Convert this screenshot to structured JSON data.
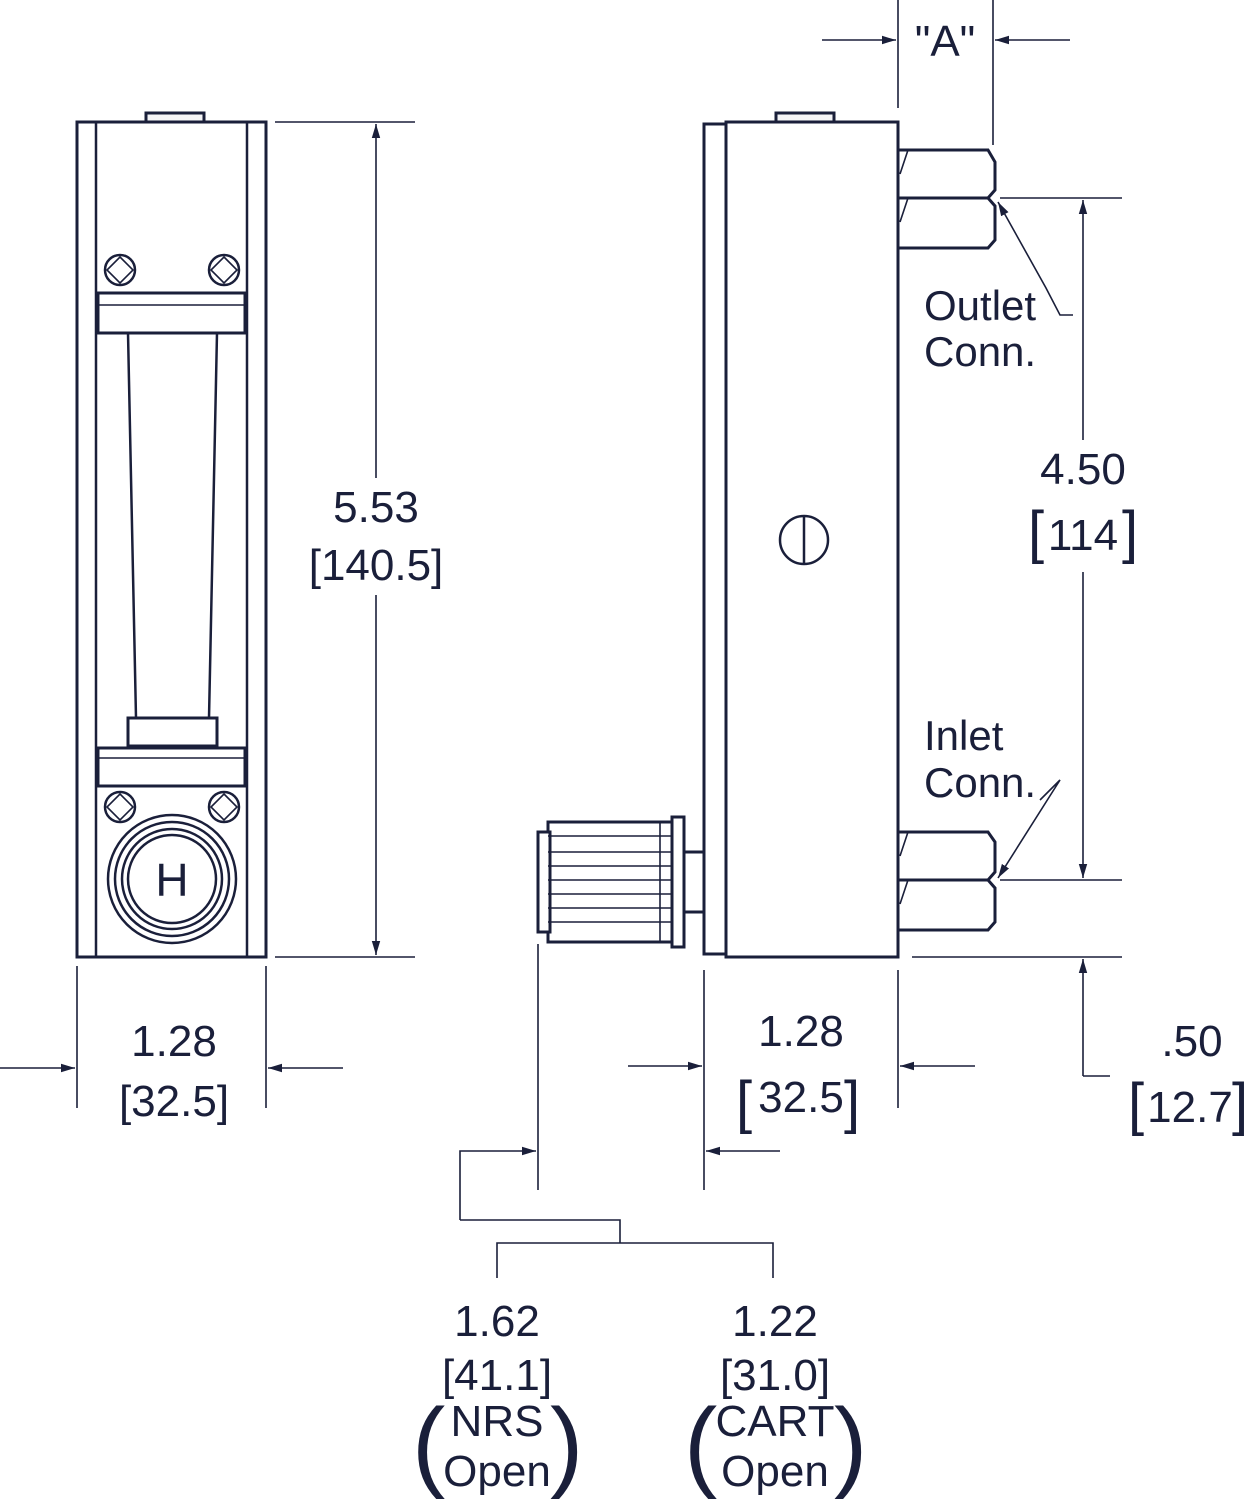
{
  "dimensions": {
    "front_height": {
      "imperial": "5.53",
      "metric": "[140.5]"
    },
    "front_width": {
      "imperial": "1.28",
      "metric": "[32.5]"
    },
    "side_width": {
      "imperial": "1.28",
      "metric": "32.5"
    },
    "conn_spacing": {
      "imperial": "4.50",
      "metric": "114"
    },
    "bottom_offset": {
      "imperial": ".50",
      "metric": "12.7"
    },
    "conn_length": {
      "label": "\"A\""
    },
    "valve_nrs": {
      "imperial": "1.62",
      "metric": "[41.1]",
      "note_line1": "NRS",
      "note_line2": "Open"
    },
    "valve_cart": {
      "imperial": "1.22",
      "metric": "[31.0]",
      "note_line1": "CART",
      "note_line2": "Open"
    }
  },
  "labels": {
    "outlet_line1": "Outlet",
    "outlet_line2": "Conn.",
    "inlet_line1": "Inlet",
    "inlet_line2": "Conn.",
    "valve_letter": "H"
  },
  "colors": {
    "line": "#1a1f3a",
    "background": "#ffffff"
  }
}
